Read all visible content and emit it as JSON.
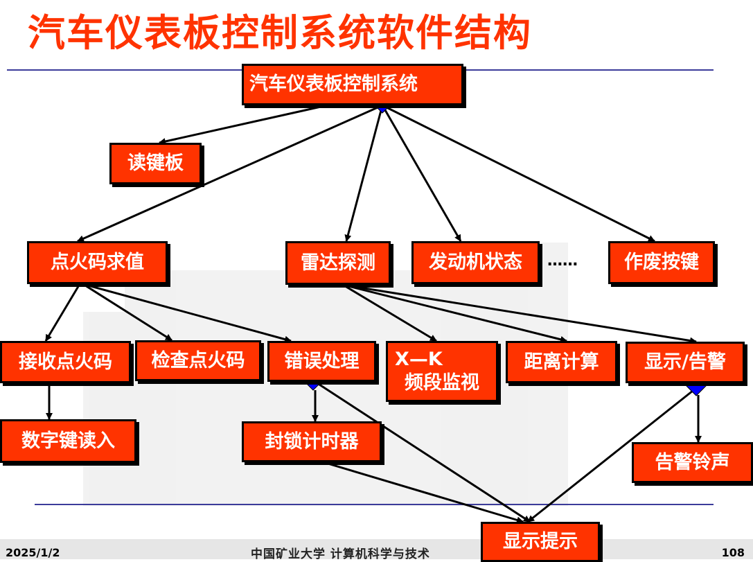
{
  "title": "汽车仪表板控制系统软件结构",
  "nodes": {
    "root": "汽车仪表板控制系统",
    "read_keyboard": "读键板",
    "ignition_value": "点火码求值",
    "radar": "雷达探测",
    "engine_state": "发动机状态",
    "void_key": "作废按键",
    "recv_ignition": "接收点火码",
    "check_ignition": "检查点火码",
    "error_handling": "错误处理",
    "xk_line1": "X—K",
    "xk_line2": "频段监视",
    "distance_calc": "距离计算",
    "display_alarm": "显示/告警",
    "digit_key_input": "数字键读入",
    "lock_timer": "封锁计时器",
    "alarm_bell": "告警铃声",
    "display_prompt": "显示提示"
  },
  "ellipsis": "……",
  "footer": {
    "date": "2025/1/2",
    "org": "中国矿业大学  计算机科学与技术",
    "page": "108"
  },
  "colors": {
    "title": "#ff3300",
    "node_fill": "#ff3300",
    "node_text": "#ffffff",
    "connector_diamond": "#0000ff",
    "rule": "#3b3b9a"
  }
}
